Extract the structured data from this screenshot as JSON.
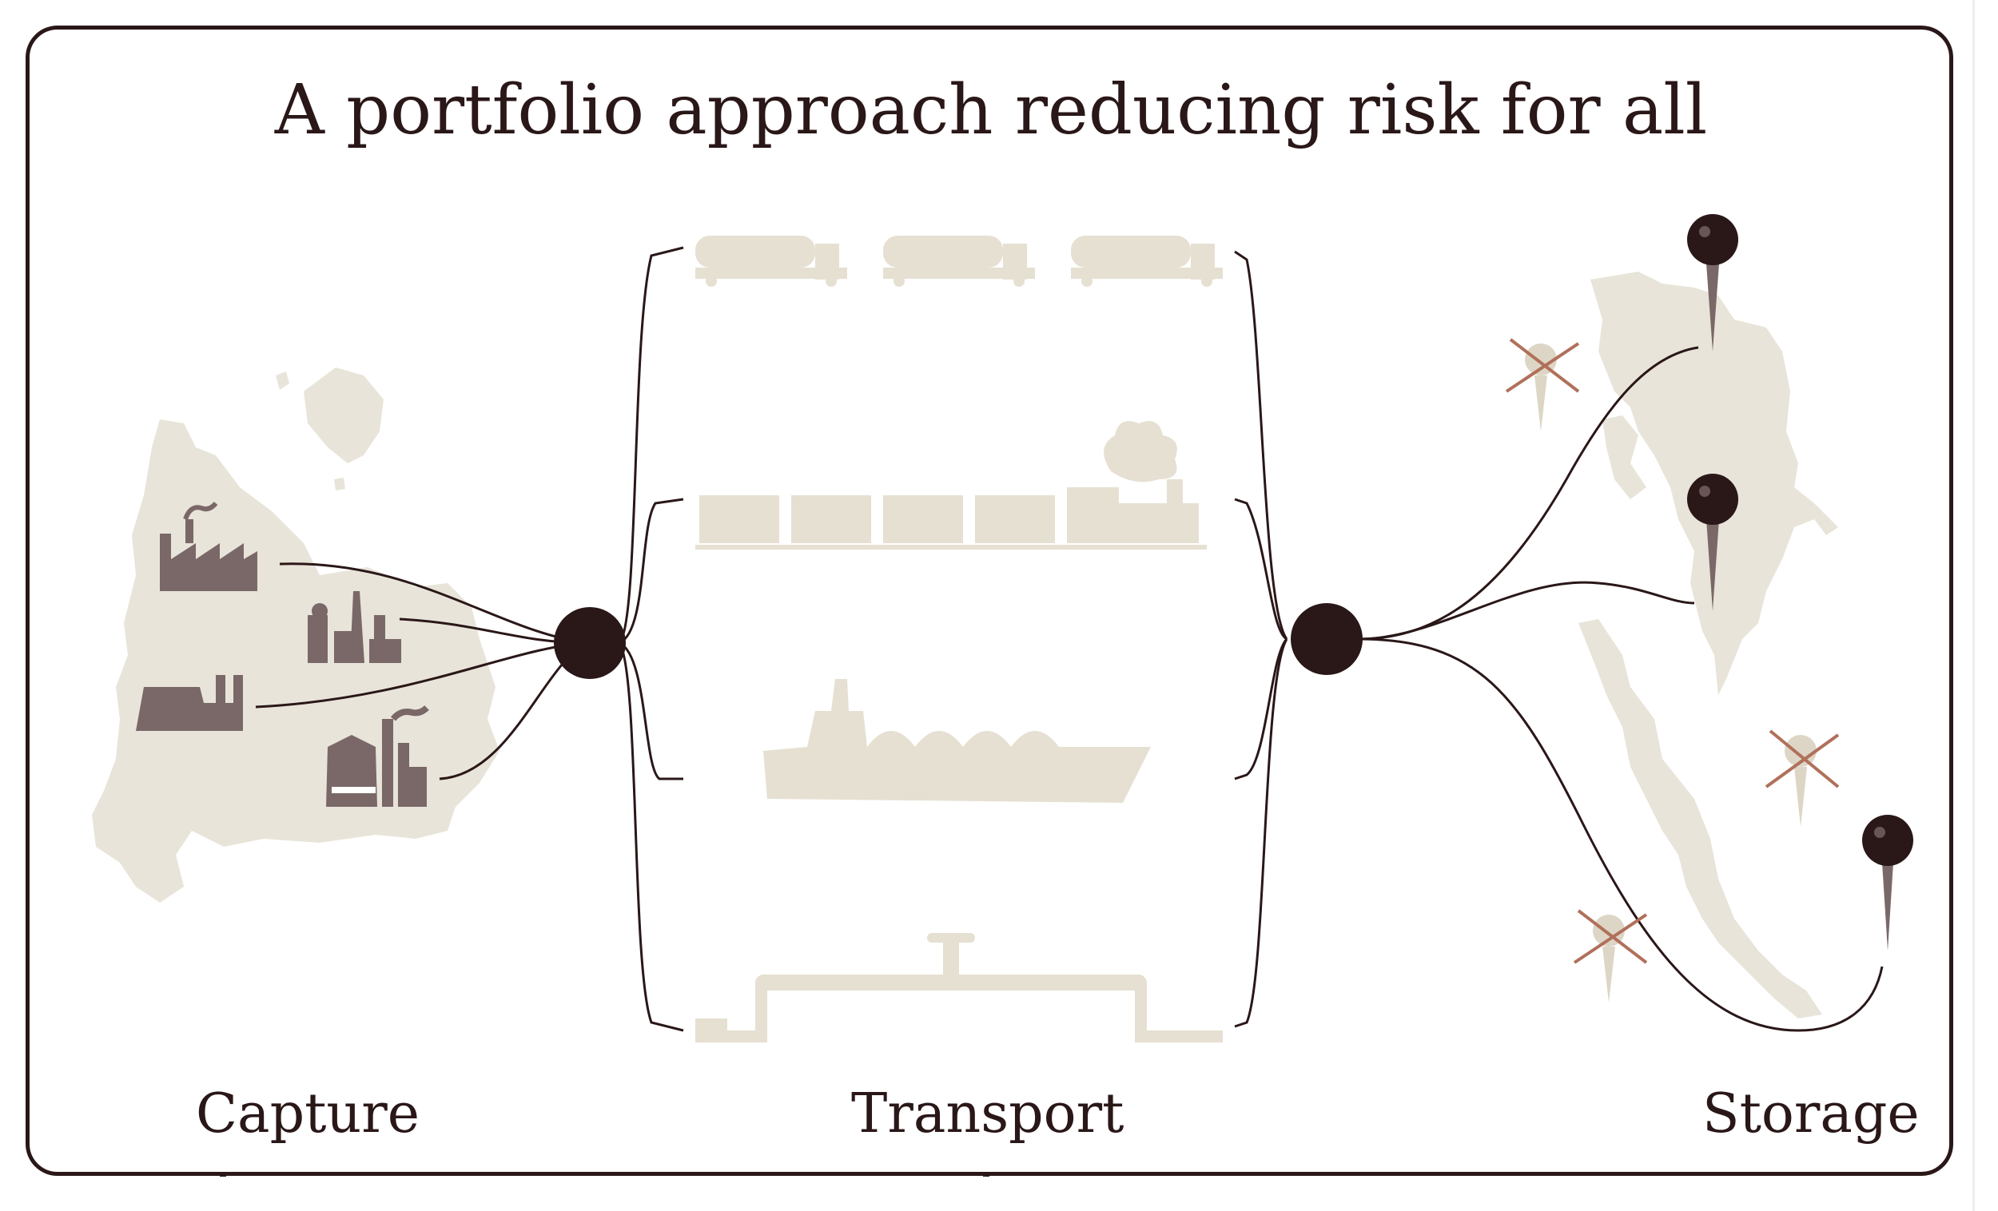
{
  "title": "A portfolio approach reducing risk for all",
  "stages": {
    "capture": "Capture",
    "transport": "Transport",
    "storage": "Storage"
  },
  "colors": {
    "ink": "#2a1718",
    "land": "#e8e4d9",
    "factory": "#7a6869",
    "vehicle": "#e6e0d2",
    "cross": "#b0705a",
    "pin_faded": "#ddd6c6"
  },
  "icons": {
    "transport_modes": [
      "truck-icon",
      "train-icon",
      "ship-icon",
      "pipeline-icon"
    ],
    "storage_sites": [
      "active-pin-icon",
      "active-pin-icon",
      "active-pin-icon",
      "rejected-pin-icon",
      "rejected-pin-icon",
      "rejected-pin-icon"
    ]
  }
}
